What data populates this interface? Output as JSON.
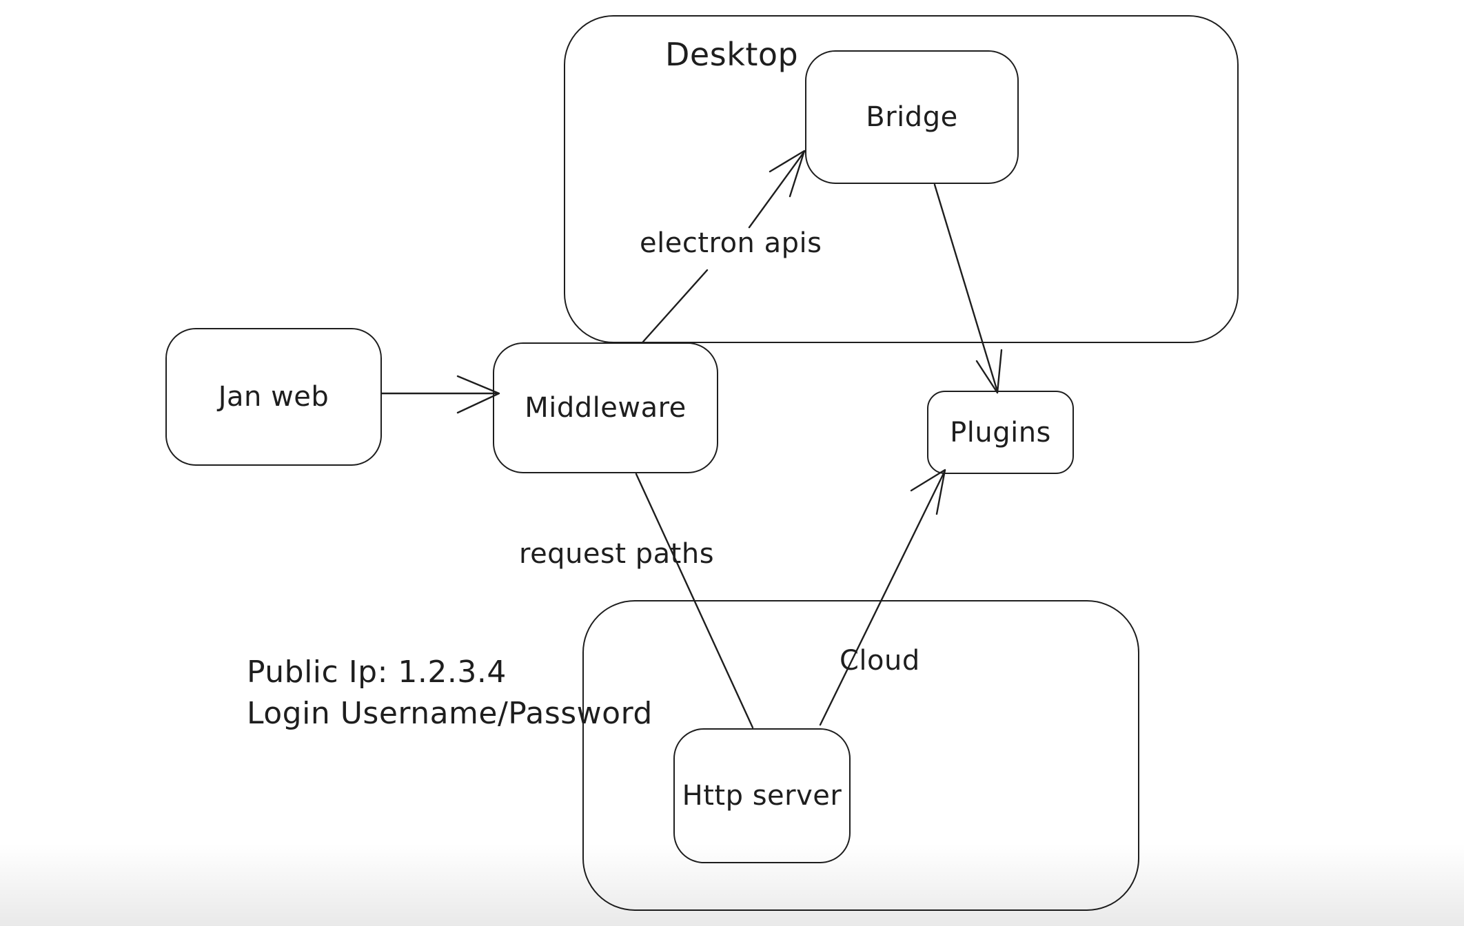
{
  "app": {
    "type": "hand-drawn architecture diagram"
  },
  "colors": {
    "background": "#ffffff",
    "stroke": "#1e1e1e",
    "text": "#1e1e1e",
    "bottom_fade": "#e9e9e9"
  },
  "containers": {
    "desktop": {
      "label": "Desktop"
    },
    "cloud": {
      "label": "Cloud"
    }
  },
  "nodes": {
    "jan_web": {
      "label": "Jan web"
    },
    "middleware": {
      "label": "Middleware"
    },
    "bridge": {
      "label": "Bridge"
    },
    "plugins": {
      "label": "Plugins"
    },
    "http_server": {
      "label": "Http server"
    }
  },
  "edge_labels": {
    "electron_apis": "electron apis",
    "request_paths": "request paths"
  },
  "edges": [
    {
      "from": "Jan web",
      "to": "Middleware",
      "label": "",
      "arrowhead": "open, at Middleware"
    },
    {
      "from": "Middleware",
      "to": "Bridge",
      "label": "electron apis",
      "arrowhead": "open, at Bridge"
    },
    {
      "from": "Bridge",
      "to": "Plugins",
      "label": "",
      "arrowhead": "open, at Plugins top"
    },
    {
      "from": "Middleware",
      "to": "Http server",
      "label": "request paths",
      "arrowhead": "none"
    },
    {
      "from": "Http server",
      "to": "Plugins",
      "label": "",
      "arrowhead": "open, at Plugins bottom-left"
    }
  ],
  "annotations": {
    "public_ip": "Public Ip: 1.2.3.4",
    "login": "Login Username/Password"
  }
}
